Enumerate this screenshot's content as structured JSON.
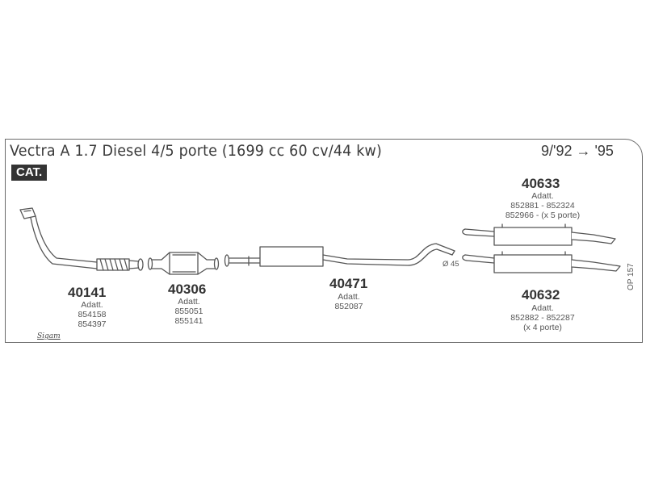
{
  "header": {
    "title": "Vectra A 1.7 Diesel 4/5 porte (1699 cc 60 cv/44 kw)",
    "years": "9/'92 → '95",
    "badge": "CAT."
  },
  "parts": [
    {
      "code": "40141",
      "adapt_label": "Adatt.",
      "refs": [
        "854158",
        "854397"
      ]
    },
    {
      "code": "40306",
      "adapt_label": "Adatt.",
      "refs": [
        "855051",
        "855141"
      ]
    },
    {
      "code": "40471",
      "adapt_label": "Adatt.",
      "refs": [
        "852087"
      ]
    },
    {
      "code": "40633",
      "adapt_label": "Adatt.",
      "refs": [
        "852881 - 852324",
        "852966 - (x 5 porte)"
      ]
    },
    {
      "code": "40632",
      "adapt_label": "Adatt.",
      "refs": [
        "852882 - 852287",
        "(x 4 porte)"
      ]
    }
  ],
  "diameter_label": "Ø 45",
  "side_code": "OP 157",
  "logo_text": "Sigam",
  "colors": {
    "line": "#555555",
    "fill_light": "#eeeeee",
    "badge_bg": "#333333"
  }
}
